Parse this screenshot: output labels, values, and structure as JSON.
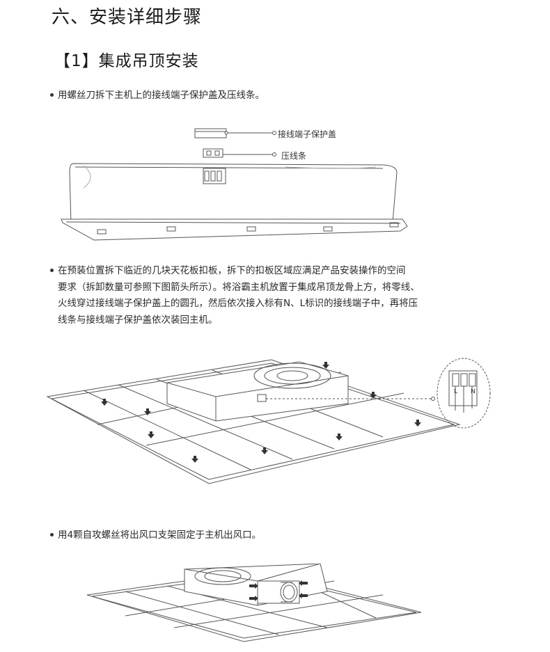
{
  "section_title": "六、安装详细步骤",
  "subsection_title": "【1】集成吊顶安装",
  "steps": [
    {
      "text": "用螺丝刀拆下主机上的接线端子保护盖及压线条。"
    },
    {
      "lines": [
        "在预装位置拆下临近的几块天花板扣板，拆下的扣板区域应满足产品安装操作的空间",
        "要求（拆卸数量可参照下图箭头所示）。将浴霸主机放置于集成吊顶龙骨上方，将零线、",
        "火线穿过接线端子保护盖上的圆孔，然后依次接入标有N、L标识的接线端子中，再将压",
        "线条与接线端子保护盖依次装回主机。"
      ]
    },
    {
      "text": "用4颗自攻螺丝将出风口支架固定于主机出风口。"
    }
  ],
  "diagram1": {
    "callouts": [
      "接线端子保护盖",
      "压线条"
    ]
  },
  "diagram2": {
    "terminal_labels": [
      "L",
      "N"
    ]
  },
  "colors": {
    "line": "#555555",
    "text": "#222222"
  }
}
